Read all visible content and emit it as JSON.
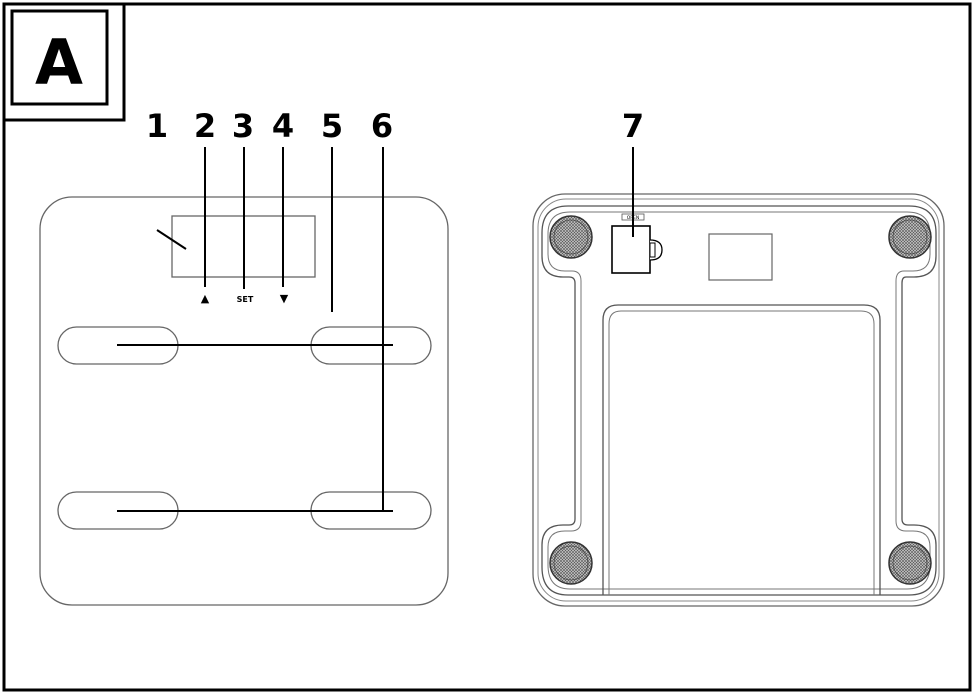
{
  "panel_label": "A",
  "callouts": [
    "1",
    "2",
    "3",
    "4",
    "5",
    "6",
    "7"
  ],
  "buttons": {
    "up_symbol": "▲",
    "set_label": "SET",
    "down_symbol": "▼"
  },
  "back_tag_text": "OPEN",
  "colors": {
    "ink": "#000000",
    "outline": "#555555",
    "pad_fill": "#bbbbbb"
  }
}
